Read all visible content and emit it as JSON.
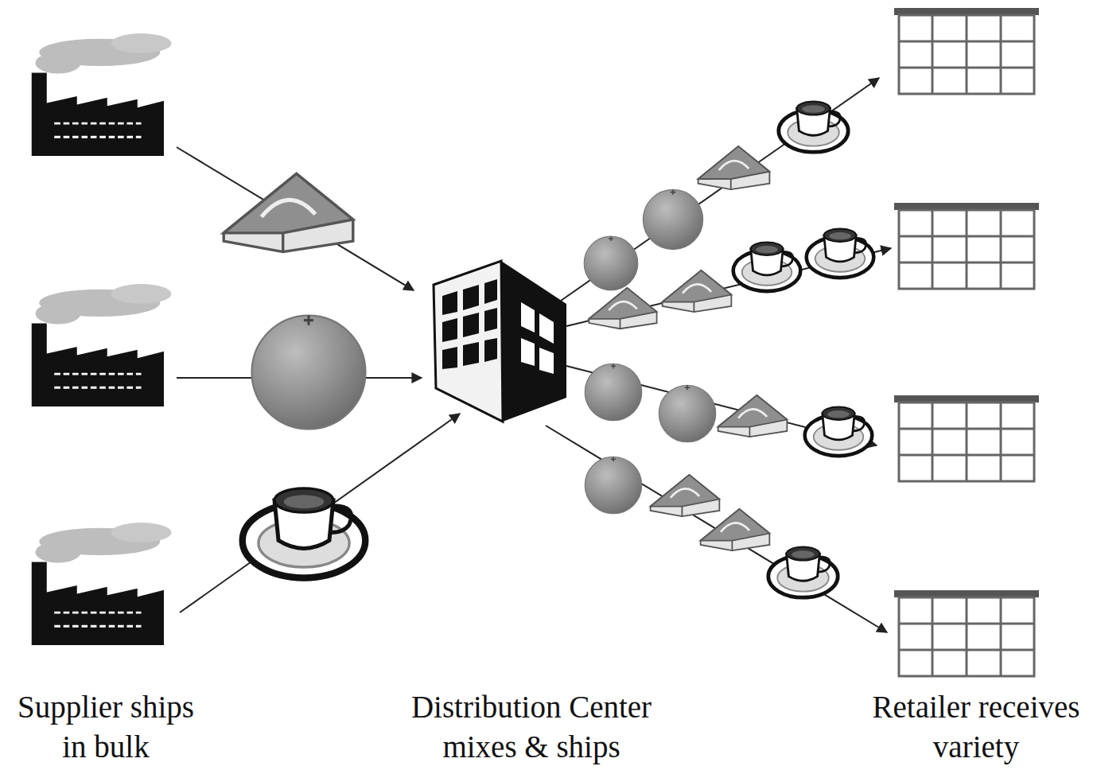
{
  "diagram": {
    "labels": [
      "Supplier ships in bulk",
      "Distribution Center mixes & ships",
      "Retailer receives variety"
    ]
  }
}
